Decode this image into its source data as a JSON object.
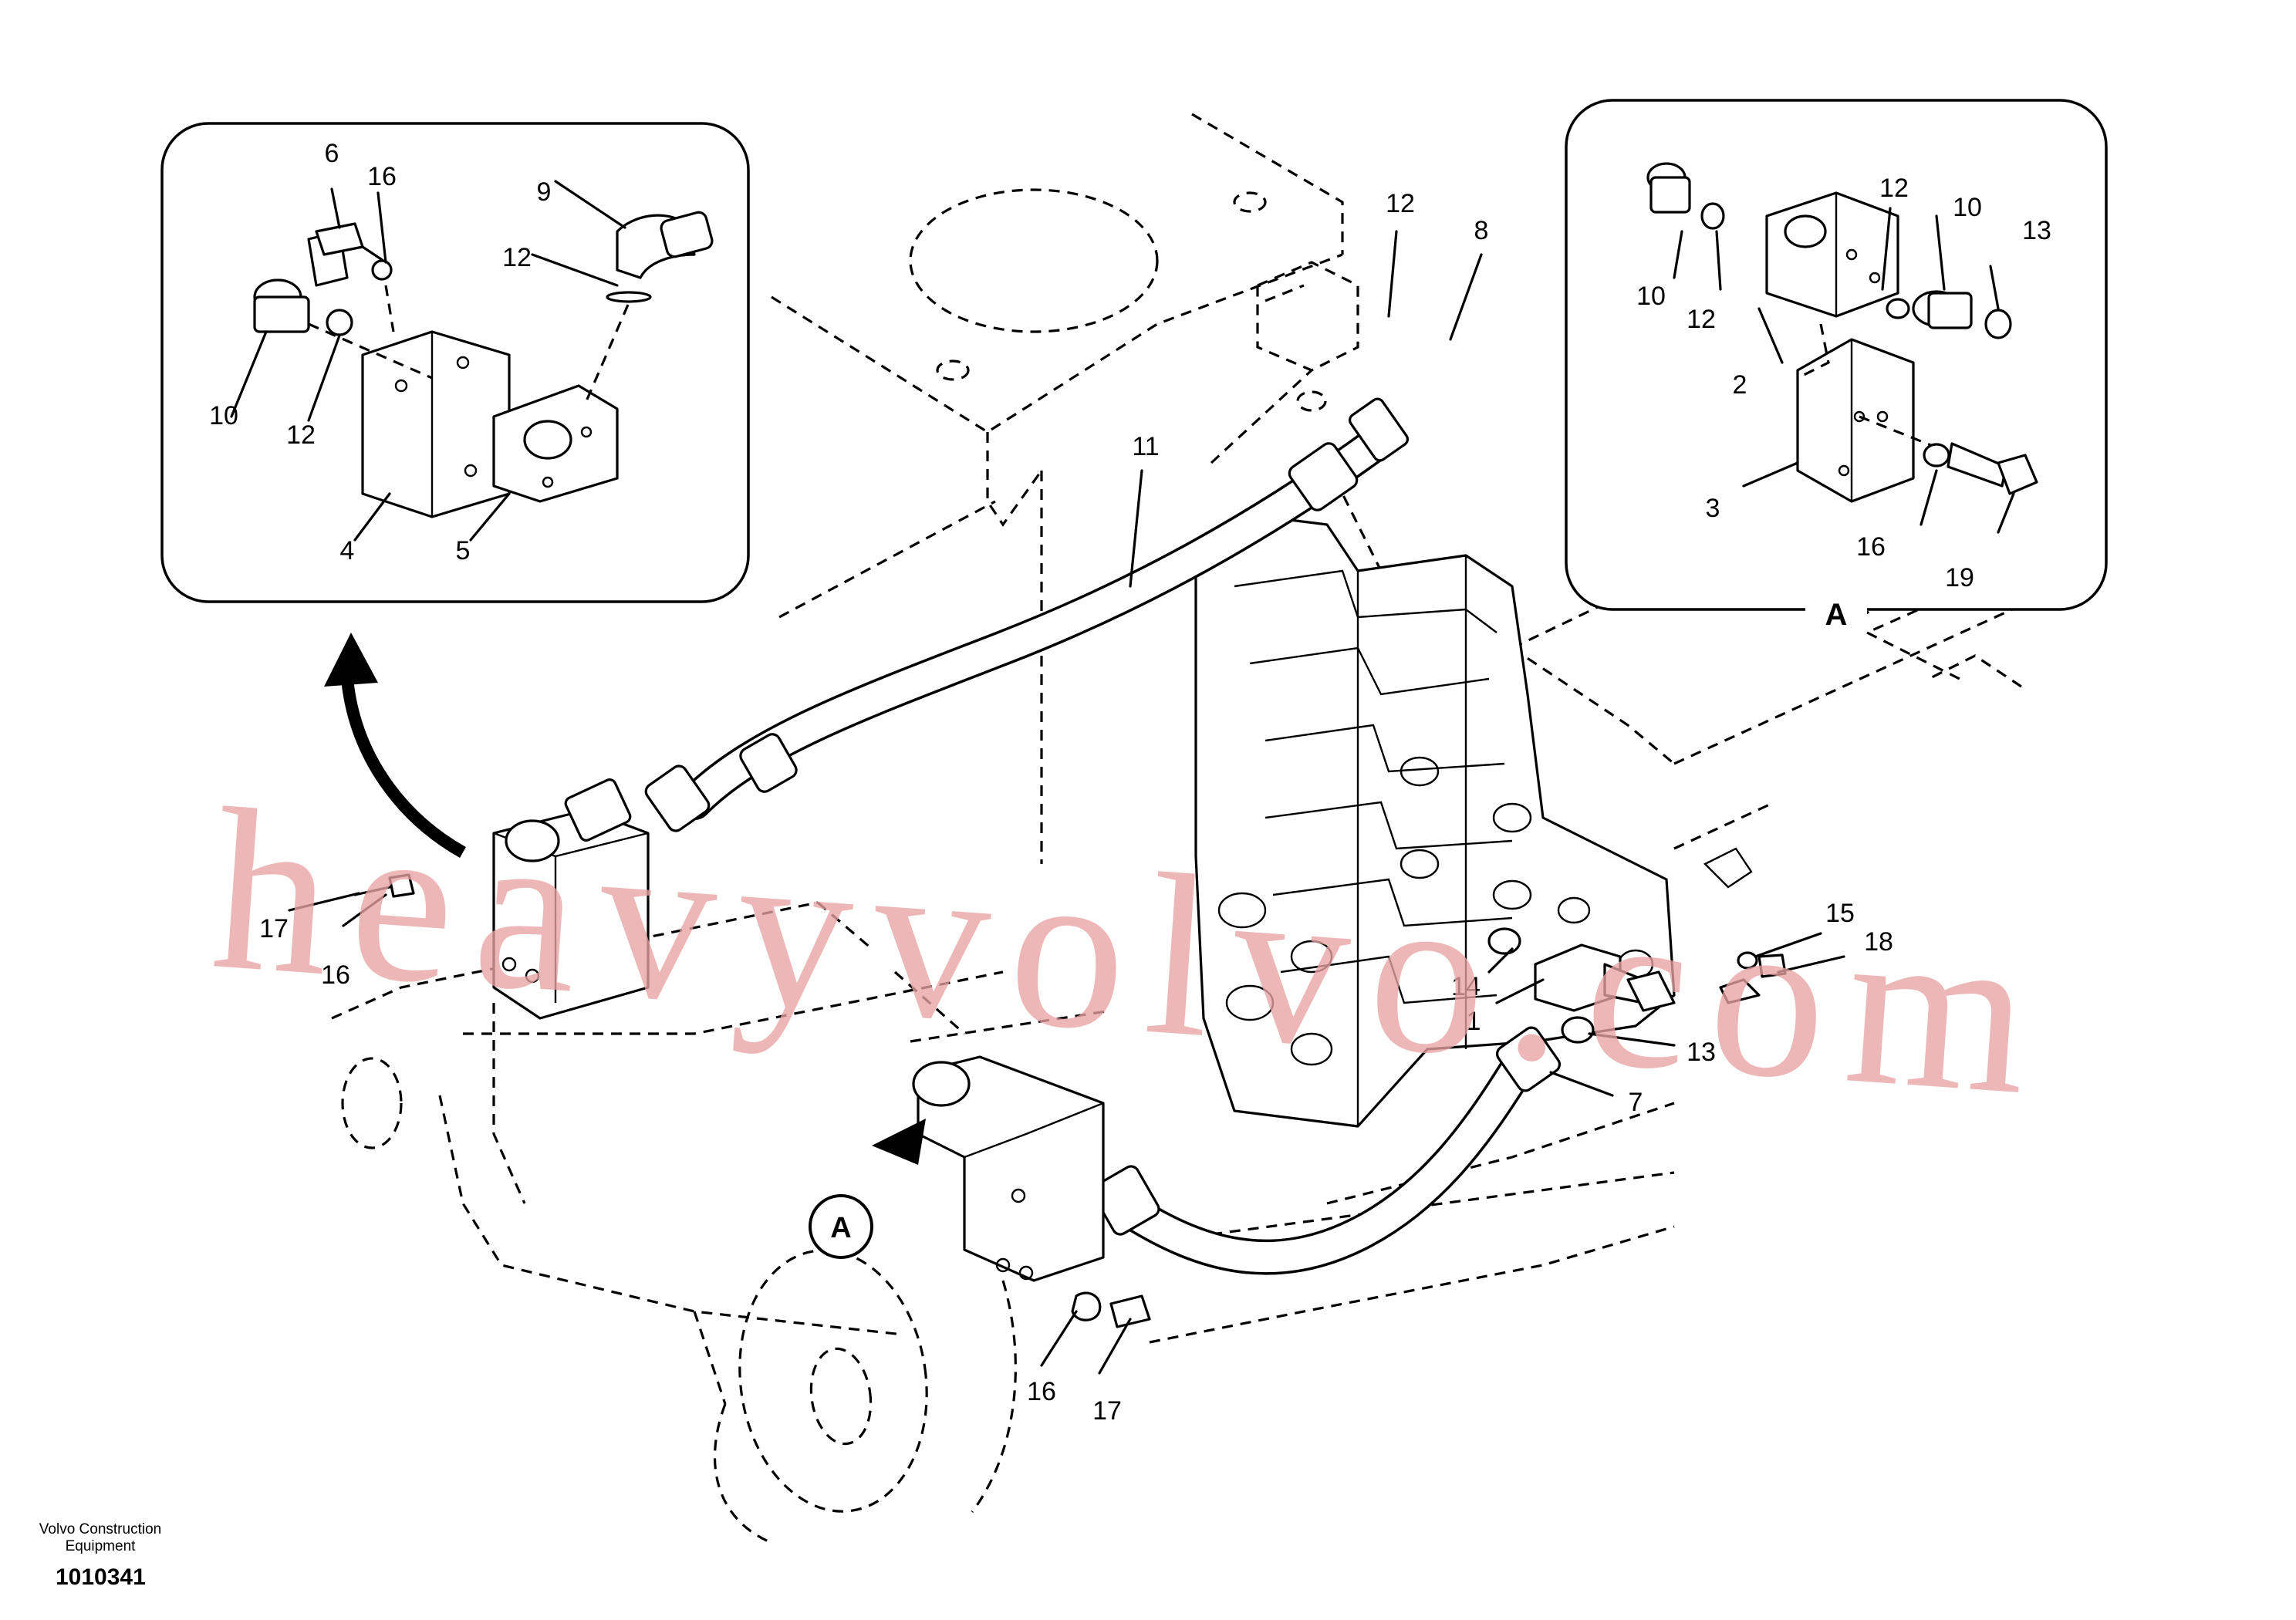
{
  "callouts": {
    "c1": "1",
    "c2": "2",
    "c3": "3",
    "c4": "4",
    "c5": "5",
    "c6": "6",
    "c7": "7",
    "c8": "8",
    "c9": "9",
    "c10": "10",
    "c11": "11",
    "c12": "12",
    "c13": "13",
    "c14": "14",
    "c15": "15",
    "c16": "16",
    "c17": "17",
    "c18": "18",
    "c19": "19"
  },
  "view_marker": "A",
  "watermark": "heavyvolvo.com",
  "footer": {
    "company": "Volvo Construction Equipment",
    "drawing_number": "1010341"
  }
}
